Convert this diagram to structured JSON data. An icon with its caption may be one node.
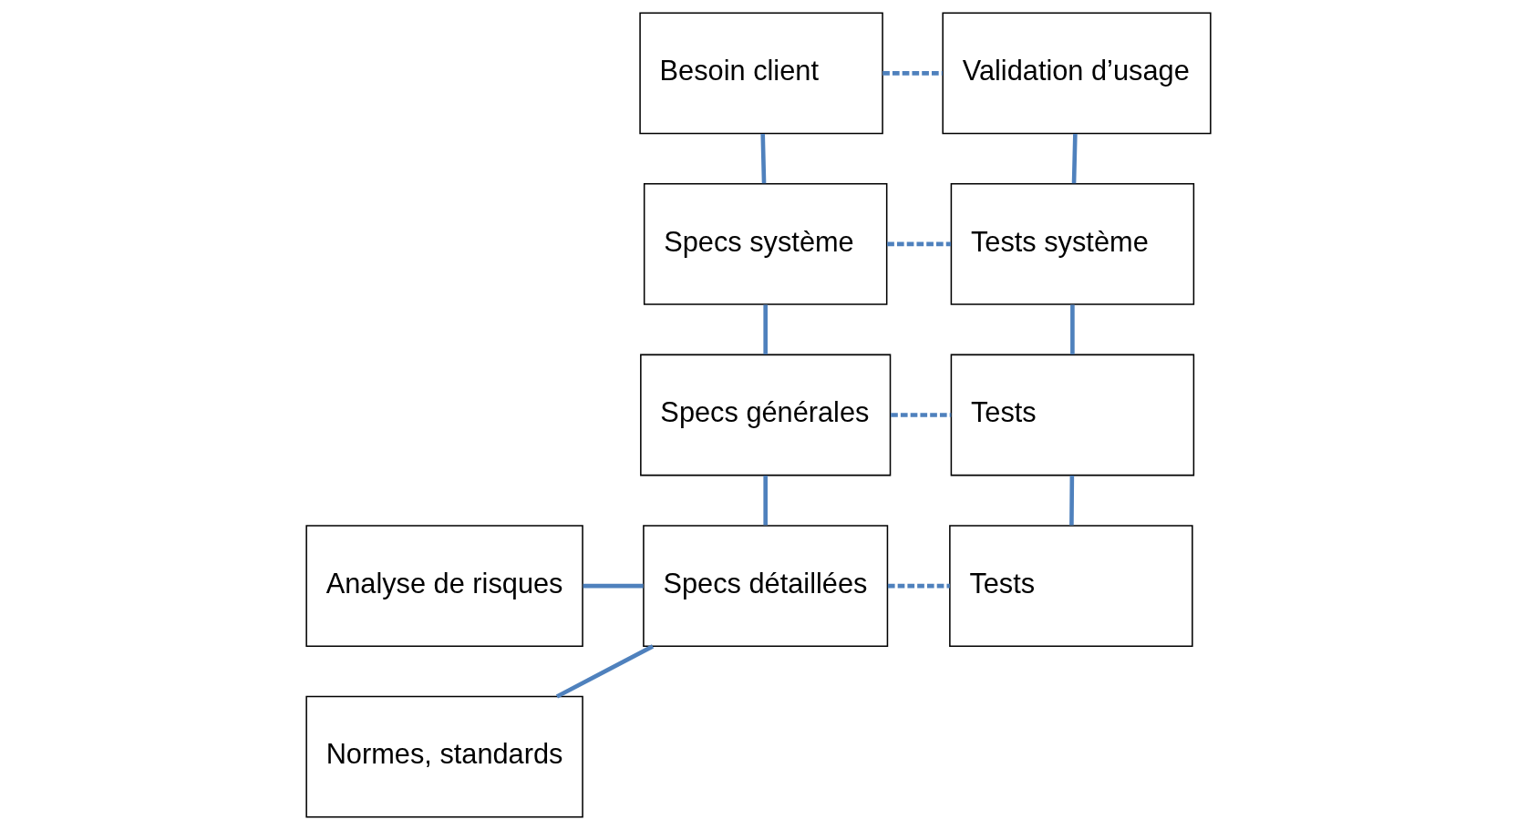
{
  "diagram": {
    "nodes": [
      {
        "text": [
          "Besoin client"
        ]
      },
      {
        "text": [
          "Validation d’usage"
        ]
      },
      {
        "text": [
          "Specs système"
        ]
      },
      {
        "text": [
          "Tests système"
        ]
      },
      {
        "text": [
          "Specs générales"
        ]
      },
      {
        "text": [
          "Tests"
        ]
      },
      {
        "text": [
          "Analyse de risques"
        ]
      },
      {
        "text": [
          "Specs détaillées"
        ]
      },
      {
        "text": [
          "Tests"
        ]
      },
      {
        "text": [
          "Normes, standards"
        ]
      }
    ],
    "edges": [
      {
        "from": 0,
        "to": 1,
        "arrow": "none",
        "style": "dashed"
      },
      {
        "from": 0,
        "to": 2,
        "arrow": "none"
      },
      {
        "from": 1,
        "to": 3,
        "arrow": "none"
      },
      {
        "from": 2,
        "to": 3,
        "arrow": "none",
        "style": "dashed"
      },
      {
        "from": 2,
        "to": 4,
        "arrow": "none"
      },
      {
        "from": 3,
        "to": 5,
        "arrow": "none"
      },
      {
        "from": 4,
        "to": 5,
        "arrow": "none",
        "style": "dashed"
      },
      {
        "from": 4,
        "to": 7,
        "arrow": "none"
      },
      {
        "from": 6,
        "to": 7,
        "arrow": "none"
      },
      {
        "from": 9,
        "to": 7,
        "arrow": "none"
      },
      {
        "from": 7,
        "to": 8,
        "arrow": "none",
        "style": "dashed"
      },
      {
        "from": 5,
        "to": 8,
        "arrow": "none"
      }
    ]
  }
}
